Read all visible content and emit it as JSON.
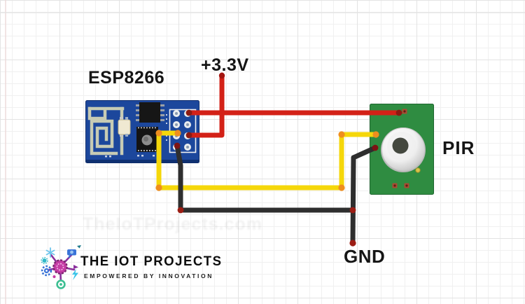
{
  "labels": {
    "esp": "ESP8266",
    "power": "+3.3V",
    "pir": "PIR",
    "gnd": "GND"
  },
  "watermark": "TheIoTProjects.com",
  "branding": {
    "name": "THE IOT PROJECTS",
    "tagline": "EMPOWERED BY INNOVATION"
  },
  "colors": {
    "wire_red": "#d32117",
    "wire_yellow": "#f5d70a",
    "wire_black": "#2e2e2e",
    "junction_orange": "#ef8e1e",
    "junction_dark_red": "#7d1413",
    "esp_pcb_blue": "#1c479c",
    "pir_pcb_green": "#2f8c41"
  },
  "diagram_data": {
    "type": "wiring-diagram",
    "components": [
      {
        "id": "esp8266",
        "label": "ESP8266",
        "kind": "ESP-01 WiFi module"
      },
      {
        "id": "pir",
        "label": "PIR",
        "kind": "PIR motion sensor"
      }
    ],
    "connections": [
      {
        "wire": "red",
        "net": "+3.3V",
        "from": "ESP8266",
        "to": "PIR"
      },
      {
        "wire": "yellow",
        "net": "signal",
        "from": "ESP8266",
        "to": "PIR"
      },
      {
        "wire": "black",
        "net": "GND",
        "from": "ESP8266",
        "to": "PIR"
      }
    ]
  }
}
